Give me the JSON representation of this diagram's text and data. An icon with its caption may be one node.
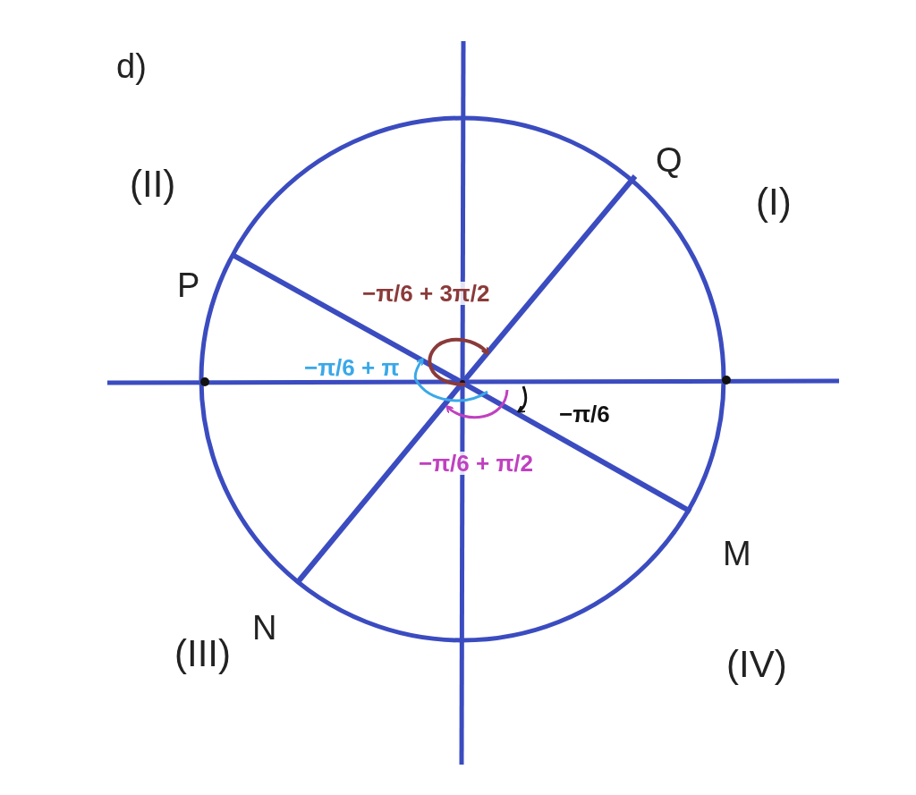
{
  "diagram": {
    "labels": [
      "d)",
      "(II)",
      "Q",
      "(I)",
      "P",
      "−π/6 + 3π/2",
      "−π/6 + π",
      "−π/6",
      "−π/6 + π/2",
      "M",
      "(III)",
      "N",
      "(IV)"
    ]
  }
}
